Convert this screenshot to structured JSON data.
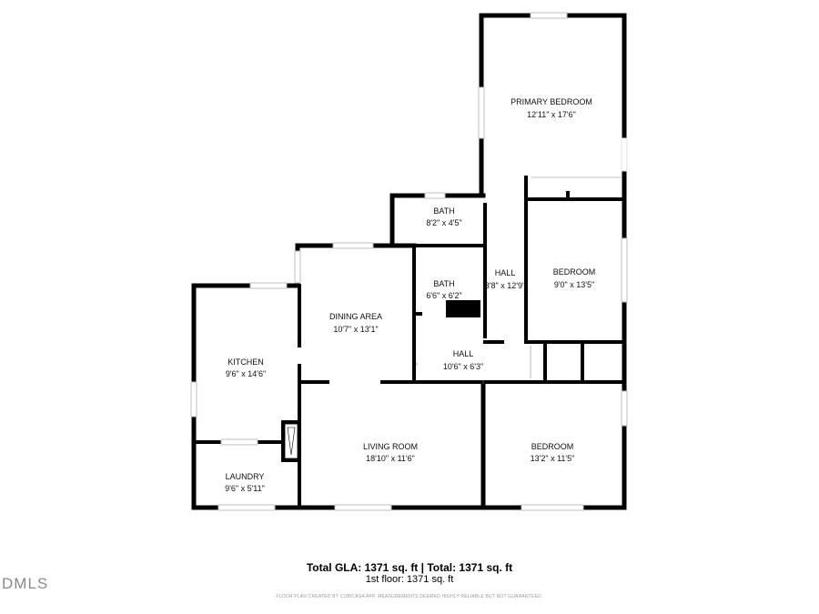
{
  "rooms": {
    "primary_bedroom": {
      "name": "PRIMARY BEDROOM",
      "dims": "12'11\" x 17'6\""
    },
    "bath_upper": {
      "name": "BATH",
      "dims": "8'2\" x 4'5\""
    },
    "bath_lower": {
      "name": "BATH",
      "dims": "6'6\" x 6'2\""
    },
    "hall_vertical": {
      "name": "HALL",
      "dims": "3'8\" x 12'9\""
    },
    "bedroom_right": {
      "name": "BEDROOM",
      "dims": "9'0\" x 13'5\""
    },
    "dining_area": {
      "name": "DINING AREA",
      "dims": "10'7\" x 13'1\""
    },
    "kitchen": {
      "name": "KITCHEN",
      "dims": "9'6\" x 14'6\""
    },
    "hall_horizontal": {
      "name": "HALL",
      "dims": "10'6\" x 6'3\""
    },
    "living_room": {
      "name": "LIVING ROOM",
      "dims": "18'10\" x 11'6\""
    },
    "bedroom_bottom": {
      "name": "BEDROOM",
      "dims": "13'2\" x 11'5\""
    },
    "laundry": {
      "name": "LAUNDRY",
      "dims": "9'6\" x 5'11\""
    }
  },
  "footer": {
    "totals": "Total GLA: 1371 sq. ft | Total: 1371 sq. ft",
    "floor": "1st floor: 1371 sq. ft",
    "disclaimer": "FLOOR PLAN CREATED BY CUBICASA APP. MEASUREMENTS DEEMED HIGHLY RELIABLE BUT NOT GUARANTEED."
  },
  "watermark": "DMLS",
  "colors": {
    "wall": "#000000",
    "window": "#bfbfbf",
    "background": "#ffffff"
  }
}
